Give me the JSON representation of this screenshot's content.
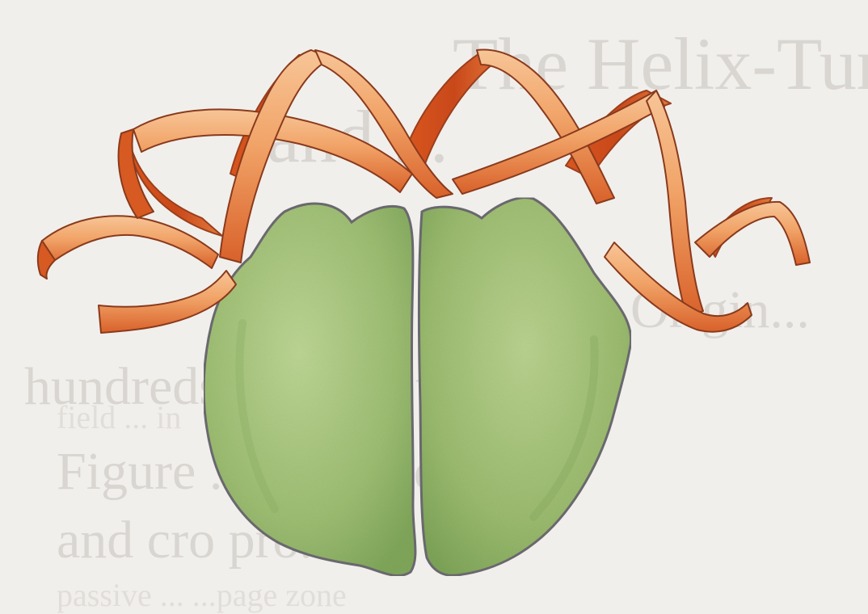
{
  "figure": {
    "bleed_through_text": [
      "The Helix-Turn-Helix Motif",
      "and ...",
      "Origin...",
      "hundreds of ... proteins",
      "field ... in",
      "Figure ... repressor",
      "and cro pro...",
      "passive ... ...page zone"
    ],
    "colors": {
      "paper": "#f1efec",
      "bleed_through": "#d9d6d1",
      "ribbon_light": "#f5b27a",
      "ribbon_dark": "#d0501c",
      "ribbon_edge": "#8a3a1c",
      "protein_light": "#b6cf8a",
      "protein_dark": "#7ea55a",
      "protein_edge": "#6c6a70"
    },
    "elements": {
      "dna": "DNA double helix ribbon",
      "protein_left": "left protein subunit",
      "protein_right": "right protein subunit"
    }
  }
}
